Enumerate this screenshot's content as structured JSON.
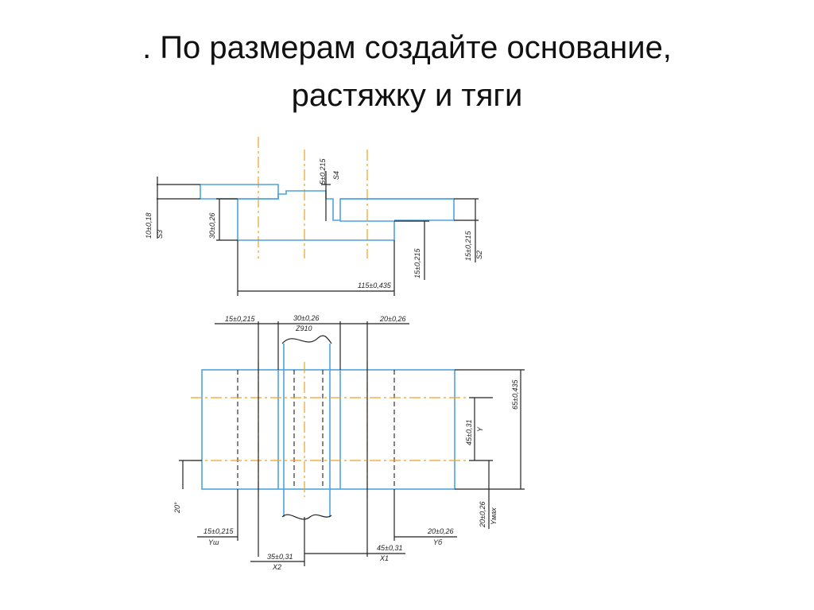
{
  "title": {
    "line1": ". По размерам создайте основание,",
    "line2": "растяжку и тяги"
  },
  "dimensions": {
    "d_10_018": "10±0,18",
    "s3": "S3",
    "d_30_026_v": "30±0,26",
    "d_5_0215": "5±0,215",
    "s4": "S4",
    "d_15_0215_r": "15±0,215",
    "s2": "S2",
    "d_15_0215_v": "15±0,215",
    "d_115_0435": "115±0,435",
    "d_15_0215_top": "15±0,215",
    "d_30_026_top": "30±0,26",
    "z_910": "Z910",
    "d_20_026_top": "20±0,26",
    "d_65_0435": "65±0,435",
    "d_45_031_v": "45±0,31",
    "y": "Y",
    "angle_20": "20°",
    "d_20_026_r": "20±0,26",
    "y_max": "Yмах",
    "d_15_0215_bot": "15±0,215",
    "y_sh": "Yш",
    "d_20_026_bot": "20±0,26",
    "y_b": "Yб",
    "d_45_031_bot": "45±0,31",
    "x1": "X1",
    "d_35_031": "35±0,31",
    "x2": "X2"
  },
  "colors": {
    "contour": "#4da3df",
    "axis": "#f0a020",
    "dimension": "#222222"
  }
}
